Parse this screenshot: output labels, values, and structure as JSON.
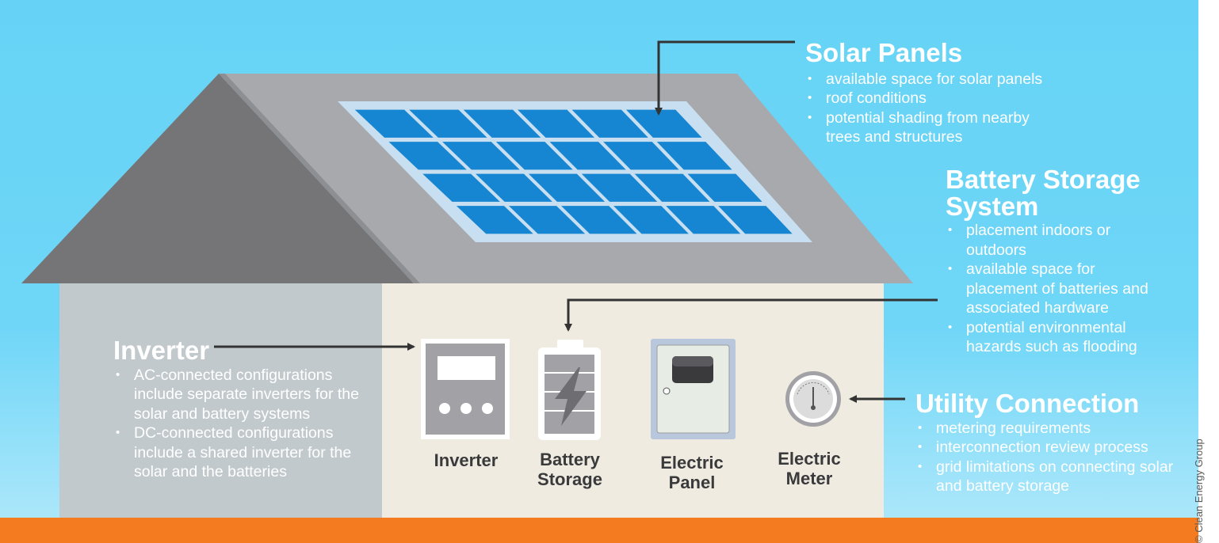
{
  "callouts": {
    "solar_panels": {
      "title": "Solar Panels",
      "bullets": [
        "available space for solar panels",
        "roof conditions",
        "potential shading from nearby trees and structures"
      ]
    },
    "battery_storage_system": {
      "title": "Battery Storage System",
      "bullets": [
        "placement indoors or outdoors",
        "available space for placement of batteries and associated hardware",
        "potential environmental hazards such as flooding"
      ]
    },
    "inverter": {
      "title": "Inverter",
      "bullets": [
        "AC-connected configurations include separate inverters for the solar and battery systems",
        "DC-connected configurations include a shared inverter for the solar and the batteries"
      ]
    },
    "utility_connection": {
      "title": "Utility Connection",
      "bullets": [
        "metering requirements",
        "interconnection review process",
        "grid limitations on connecting solar and battery storage"
      ]
    }
  },
  "equipment": {
    "inverter": "Inverter",
    "battery_storage": "Battery Storage",
    "electric_panel": "Electric Panel",
    "electric_meter": "Electric Meter"
  },
  "copyright": "© Clean Energy Group",
  "colors": {
    "sky": "#69d5f7",
    "sky_bottom": "#aee8fb",
    "ground": "#f47b20",
    "roof_light": "#a8a9ad",
    "roof_dark": "#757578",
    "wall_left": "#c2c9cc",
    "wall_right": "#efebe0",
    "panel_cell": "#1685d2",
    "panel_frame": "#c7dff0",
    "equipment_gray": "#a1a1a6",
    "callout_text": "#ffffff",
    "arrow": "#333333"
  },
  "icons": {
    "inverter": "inverter-icon",
    "battery": "battery-icon",
    "electric_panel": "electric-panel-icon",
    "electric_meter": "electric-meter-icon"
  }
}
